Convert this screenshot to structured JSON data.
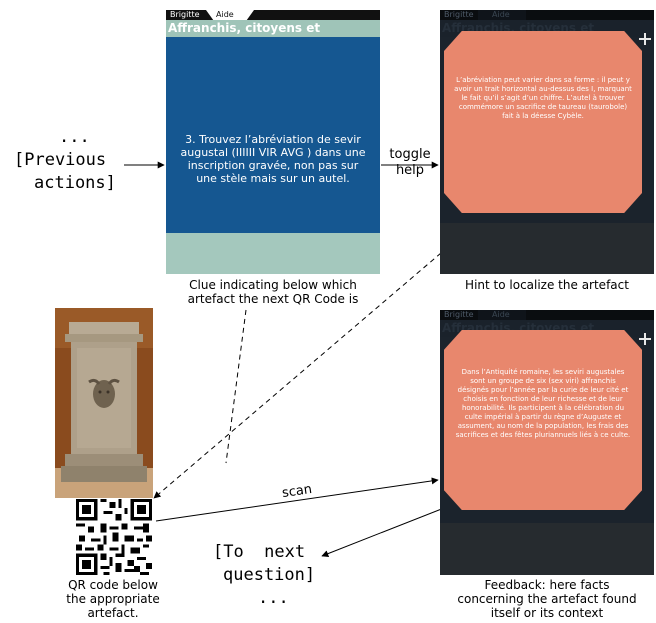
{
  "left_text": {
    "previous": [
      "...",
      "[Previous",
      "actions]"
    ],
    "next": [
      "[To  next",
      "question]",
      "..."
    ]
  },
  "screen1": {
    "tabs": [
      "Brigitte",
      "Aide"
    ],
    "title": "Affranchis, citoyens et notables",
    "clue": "3. Trouvez l’abréviation de sevir augustal (IIIIII VIR AVG ) dans une inscription gravée, non pas sur une stèle mais sur un autel."
  },
  "screen2": {
    "tabs": [
      "Brigitte",
      "Aide"
    ],
    "title": "Affranchis, citoyens et notables",
    "hint": "L’abréviation peut varier dans sa forme : il peut y avoir un trait horizontal au-dessus des I, marquant le fait qu’il s’agit d’un chiffre. L’autel à trouver commémore un sacrifice de taureau (taurobole) fait à la déesse Cybèle."
  },
  "screen3": {
    "tabs": [
      "Brigitte",
      "Aide"
    ],
    "title": "Affranchis, citoyens et notables",
    "feedback": "Dans l’Antiquité romaine, les seviri augustales sont un groupe de six (sex viri) affranchis désignés pour l’année par la curie de leur cité et choisis en fonction de leur richesse et de leur honorabilité. Ils participent à la célébration du culte impérial à partir du règne d’Auguste et assument, au nom de la population, les frais des sacrifices et des fêtes pluriannuels liés à ce culte."
  },
  "edges": {
    "toggle": [
      "toggle",
      "help"
    ],
    "scan": "scan"
  },
  "captions": {
    "clue": [
      "Clue indicating below which",
      "artefact the next QR Code is"
    ],
    "hint": "Hint to localize the artefact",
    "qr": [
      "QR code below",
      "the appropriate",
      "artefact."
    ],
    "feedback": [
      "Feedback: here facts",
      "concerning the artefact found",
      "itself or its context"
    ]
  }
}
